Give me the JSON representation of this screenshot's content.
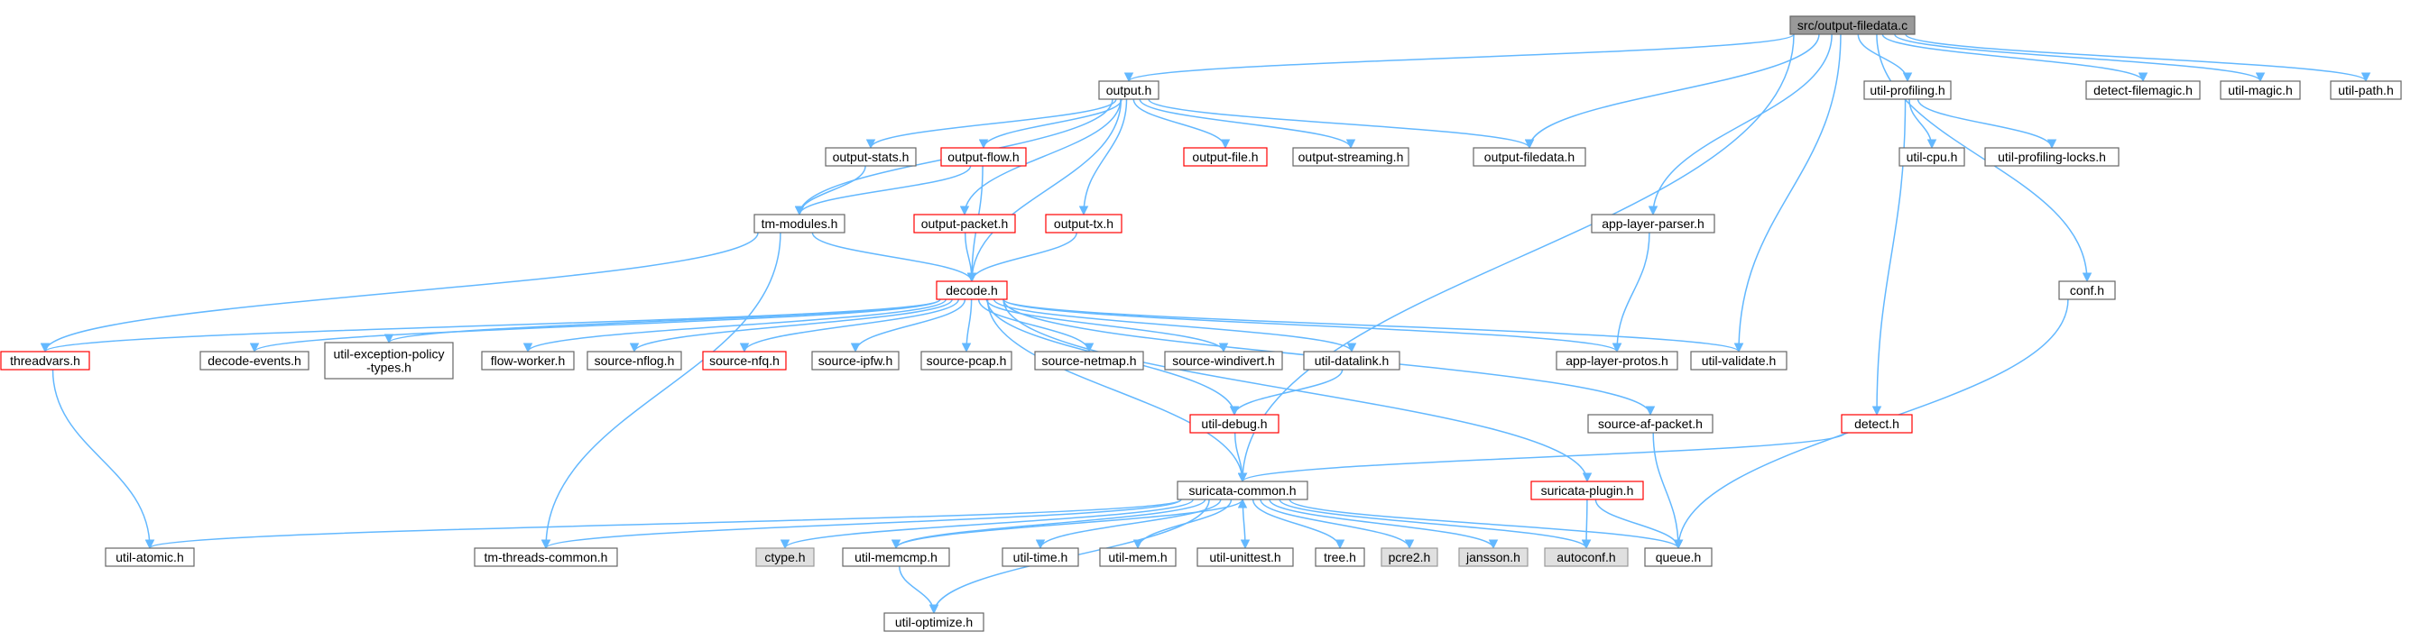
{
  "colors": {
    "edge": "#63b8ff",
    "root_fill": "#999999",
    "root_border": "#666666",
    "normal_border": "#666666",
    "truncated_border": "#ff0000",
    "system_fill": "#e0e0e0",
    "system_border": "#999999",
    "text": "#000000"
  },
  "nodes": [
    {
      "id": "root",
      "label": "src/output-filedata.c",
      "kind": "root"
    },
    {
      "id": "output",
      "label": "output.h",
      "kind": "normal"
    },
    {
      "id": "util-profiling",
      "label": "util-profiling.h",
      "kind": "normal"
    },
    {
      "id": "detect-filemagic",
      "label": "detect-filemagic.h",
      "kind": "normal"
    },
    {
      "id": "util-magic",
      "label": "util-magic.h",
      "kind": "normal"
    },
    {
      "id": "util-path",
      "label": "util-path.h",
      "kind": "normal"
    },
    {
      "id": "output-stats",
      "label": "output-stats.h",
      "kind": "normal"
    },
    {
      "id": "output-flow",
      "label": "output-flow.h",
      "kind": "truncated"
    },
    {
      "id": "output-file",
      "label": "output-file.h",
      "kind": "truncated"
    },
    {
      "id": "output-streaming",
      "label": "output-streaming.h",
      "kind": "normal"
    },
    {
      "id": "output-filedata",
      "label": "output-filedata.h",
      "kind": "normal"
    },
    {
      "id": "util-cpu",
      "label": "util-cpu.h",
      "kind": "normal"
    },
    {
      "id": "util-profiling-locks",
      "label": "util-profiling-locks.h",
      "kind": "normal"
    },
    {
      "id": "tm-modules",
      "label": "tm-modules.h",
      "kind": "normal"
    },
    {
      "id": "output-packet",
      "label": "output-packet.h",
      "kind": "truncated"
    },
    {
      "id": "output-tx",
      "label": "output-tx.h",
      "kind": "truncated"
    },
    {
      "id": "app-layer-parser",
      "label": "app-layer-parser.h",
      "kind": "normal"
    },
    {
      "id": "decode",
      "label": "decode.h",
      "kind": "truncated"
    },
    {
      "id": "conf",
      "label": "conf.h",
      "kind": "normal"
    },
    {
      "id": "threadvars",
      "label": "threadvars.h",
      "kind": "truncated"
    },
    {
      "id": "decode-events",
      "label": "decode-events.h",
      "kind": "normal"
    },
    {
      "id": "util-exception-policy-types",
      "label": "util-exception-policy\n-types.h",
      "kind": "normal"
    },
    {
      "id": "flow-worker",
      "label": "flow-worker.h",
      "kind": "normal"
    },
    {
      "id": "source-nflog",
      "label": "source-nflog.h",
      "kind": "normal"
    },
    {
      "id": "source-nfq",
      "label": "source-nfq.h",
      "kind": "truncated"
    },
    {
      "id": "source-ipfw",
      "label": "source-ipfw.h",
      "kind": "normal"
    },
    {
      "id": "source-pcap",
      "label": "source-pcap.h",
      "kind": "normal"
    },
    {
      "id": "source-netmap",
      "label": "source-netmap.h",
      "kind": "normal"
    },
    {
      "id": "source-windivert",
      "label": "source-windivert.h",
      "kind": "normal"
    },
    {
      "id": "util-datalink",
      "label": "util-datalink.h",
      "kind": "normal"
    },
    {
      "id": "app-layer-protos",
      "label": "app-layer-protos.h",
      "kind": "normal"
    },
    {
      "id": "util-validate",
      "label": "util-validate.h",
      "kind": "normal"
    },
    {
      "id": "util-debug",
      "label": "util-debug.h",
      "kind": "truncated"
    },
    {
      "id": "source-af-packet",
      "label": "source-af-packet.h",
      "kind": "normal"
    },
    {
      "id": "detect",
      "label": "detect.h",
      "kind": "truncated"
    },
    {
      "id": "suricata-common",
      "label": "suricata-common.h",
      "kind": "normal"
    },
    {
      "id": "suricata-plugin",
      "label": "suricata-plugin.h",
      "kind": "truncated"
    },
    {
      "id": "util-atomic",
      "label": "util-atomic.h",
      "kind": "normal"
    },
    {
      "id": "tm-threads-common",
      "label": "tm-threads-common.h",
      "kind": "normal"
    },
    {
      "id": "ctype",
      "label": "ctype.h",
      "kind": "system"
    },
    {
      "id": "util-memcmp",
      "label": "util-memcmp.h",
      "kind": "normal"
    },
    {
      "id": "util-time",
      "label": "util-time.h",
      "kind": "normal"
    },
    {
      "id": "util-mem",
      "label": "util-mem.h",
      "kind": "normal"
    },
    {
      "id": "util-unittest",
      "label": "util-unittest.h",
      "kind": "normal"
    },
    {
      "id": "tree",
      "label": "tree.h",
      "kind": "normal"
    },
    {
      "id": "pcre2",
      "label": "pcre2.h",
      "kind": "system"
    },
    {
      "id": "jansson",
      "label": "jansson.h",
      "kind": "system"
    },
    {
      "id": "autoconf",
      "label": "autoconf.h",
      "kind": "system"
    },
    {
      "id": "queue",
      "label": "queue.h",
      "kind": "normal"
    },
    {
      "id": "util-optimize",
      "label": "util-optimize.h",
      "kind": "normal"
    }
  ],
  "edges": [
    [
      "root",
      "output"
    ],
    [
      "root",
      "util-profiling"
    ],
    [
      "root",
      "detect-filemagic"
    ],
    [
      "root",
      "util-magic"
    ],
    [
      "root",
      "util-path"
    ],
    [
      "root",
      "output-filedata"
    ],
    [
      "root",
      "app-layer-parser"
    ],
    [
      "root",
      "util-validate"
    ],
    [
      "root",
      "suricata-common"
    ],
    [
      "root",
      "conf"
    ],
    [
      "output",
      "output-stats"
    ],
    [
      "output",
      "output-flow"
    ],
    [
      "output",
      "output-file"
    ],
    [
      "output",
      "output-streaming"
    ],
    [
      "output",
      "output-filedata"
    ],
    [
      "output",
      "tm-modules"
    ],
    [
      "output",
      "output-packet"
    ],
    [
      "output",
      "output-tx"
    ],
    [
      "output",
      "decode"
    ],
    [
      "util-profiling",
      "util-cpu"
    ],
    [
      "util-profiling",
      "util-profiling-locks"
    ],
    [
      "util-profiling",
      "detect"
    ],
    [
      "output-stats",
      "tm-modules"
    ],
    [
      "output-flow",
      "tm-modules"
    ],
    [
      "output-flow",
      "decode"
    ],
    [
      "tm-modules",
      "decode"
    ],
    [
      "tm-modules",
      "threadvars"
    ],
    [
      "tm-modules",
      "tm-threads-common"
    ],
    [
      "output-packet",
      "decode"
    ],
    [
      "output-tx",
      "decode"
    ],
    [
      "app-layer-parser",
      "app-layer-protos"
    ],
    [
      "conf",
      "queue"
    ],
    [
      "decode",
      "threadvars"
    ],
    [
      "decode",
      "decode-events"
    ],
    [
      "decode",
      "util-exception-policy-types"
    ],
    [
      "decode",
      "flow-worker"
    ],
    [
      "decode",
      "source-nflog"
    ],
    [
      "decode",
      "source-nfq"
    ],
    [
      "decode",
      "source-ipfw"
    ],
    [
      "decode",
      "source-pcap"
    ],
    [
      "decode",
      "source-netmap"
    ],
    [
      "decode",
      "source-windivert"
    ],
    [
      "decode",
      "util-datalink"
    ],
    [
      "decode",
      "app-layer-protos"
    ],
    [
      "decode",
      "util-validate"
    ],
    [
      "decode",
      "util-debug"
    ],
    [
      "decode",
      "source-af-packet"
    ],
    [
      "decode",
      "suricata-common"
    ],
    [
      "decode",
      "suricata-plugin"
    ],
    [
      "threadvars",
      "util-atomic"
    ],
    [
      "util-datalink",
      "util-debug"
    ],
    [
      "util-debug",
      "suricata-common"
    ],
    [
      "source-af-packet",
      "queue"
    ],
    [
      "detect",
      "suricata-common"
    ],
    [
      "suricata-plugin",
      "autoconf"
    ],
    [
      "suricata-plugin",
      "queue"
    ],
    [
      "suricata-common",
      "util-atomic"
    ],
    [
      "suricata-common",
      "tm-threads-common"
    ],
    [
      "suricata-common",
      "ctype"
    ],
    [
      "suricata-common",
      "util-memcmp"
    ],
    [
      "suricata-common",
      "util-time"
    ],
    [
      "suricata-common",
      "util-mem"
    ],
    [
      "suricata-common",
      "util-unittest"
    ],
    [
      "suricata-common",
      "tree"
    ],
    [
      "suricata-common",
      "pcre2"
    ],
    [
      "suricata-common",
      "jansson"
    ],
    [
      "suricata-common",
      "autoconf"
    ],
    [
      "suricata-common",
      "queue"
    ],
    [
      "suricata-common",
      "util-optimize"
    ],
    [
      "util-memcmp",
      "suricata-common"
    ],
    [
      "util-memcmp",
      "util-optimize"
    ]
  ]
}
